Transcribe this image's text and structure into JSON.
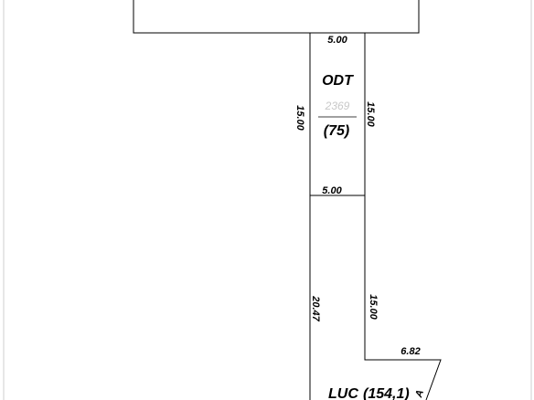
{
  "plot": {
    "land_use_code": "ODT",
    "parcel_number": "2369",
    "area": "(75)",
    "dim_top": "5.00",
    "dim_left": "15.00",
    "dim_right": "15.00",
    "dim_bottom": "5.00"
  },
  "lower_plot": {
    "land_use_code": "LUC",
    "area": "(154,1)",
    "dim_left": "20.47",
    "dim_right": "15.00",
    "dim_step": "6.82",
    "edge_mark": "A"
  }
}
